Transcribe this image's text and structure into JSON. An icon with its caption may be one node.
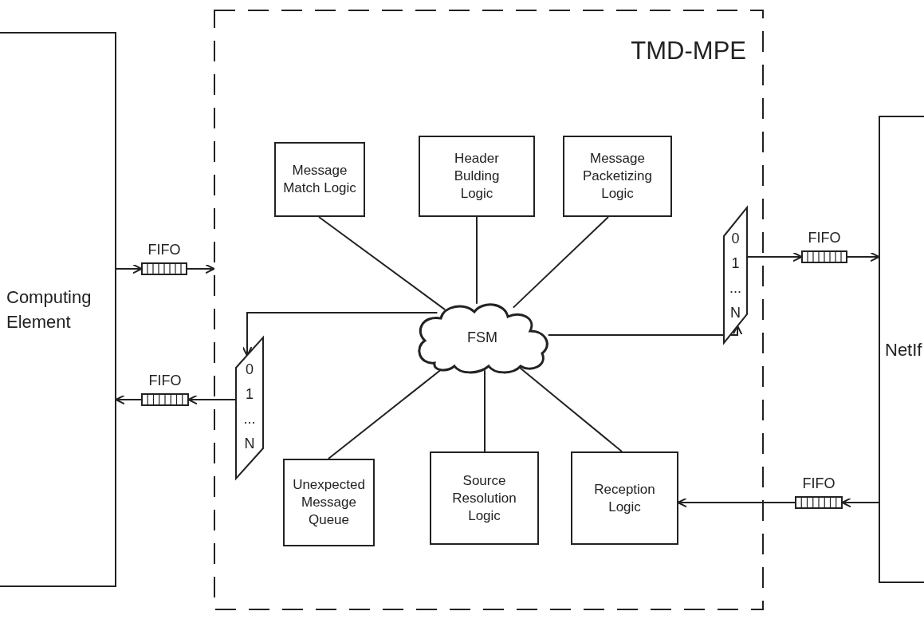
{
  "diagram": {
    "nodes": [
      {
        "text": [
          "TMD-MPE"
        ]
      },
      {
        "text": [
          "Computing Element"
        ]
      },
      {
        "text": [
          "Message Match Logic"
        ],
        "in": 0
      },
      {
        "text": [
          "Header Bulding Logic"
        ],
        "in": 0
      },
      {
        "text": [
          "Message Packetizing Logic"
        ],
        "in": 0
      },
      {
        "text": [
          "0 1 ... N"
        ],
        "in": 0
      },
      {
        "text": [
          "NetIf"
        ]
      },
      {
        "text": [],
        "shape": "bar",
        "beside": [
          "FIFO"
        ]
      },
      {
        "text": [],
        "shape": "bar",
        "beside": [
          "FIFO"
        ]
      },
      {
        "text": [
          "FSM"
        ],
        "in": 0
      },
      {
        "text": [
          "0 1 ... N"
        ],
        "in": 0
      },
      {
        "text": [],
        "shape": "bar",
        "beside": [
          "FIFO"
        ]
      },
      {
        "text": [
          "Unexpected Message Queue"
        ],
        "in": 0
      },
      {
        "text": [
          "Source Resolution Logic"
        ],
        "in": 0
      },
      {
        "text": [
          "Reception Logic"
        ],
        "in": 0
      },
      {
        "text": [],
        "shape": "bar",
        "beside": [
          "FIFO"
        ]
      }
    ],
    "edges": [
      {
        "from": 1,
        "to": 7,
        "arrow": "to"
      },
      {
        "from": 7,
        "to": 0,
        "arrow": "to"
      },
      {
        "from": 5,
        "to": 8,
        "arrow": "to"
      },
      {
        "from": 8,
        "to": 6,
        "arrow": "to"
      },
      {
        "from": 9,
        "to": 5,
        "arrow": "to"
      },
      {
        "from": 9,
        "to": 10,
        "arrow": "to"
      },
      {
        "from": 10,
        "to": 11,
        "arrow": "to"
      },
      {
        "from": 11,
        "to": 1,
        "arrow": "to"
      },
      {
        "from": 6,
        "to": 15,
        "arrow": "to"
      },
      {
        "from": 15,
        "to": 14,
        "arrow": "to"
      },
      {
        "from": 2,
        "to": 9,
        "arrow": "none"
      },
      {
        "from": 3,
        "to": 9,
        "arrow": "none"
      },
      {
        "from": 4,
        "to": 9,
        "arrow": "none"
      },
      {
        "from": 12,
        "to": 9,
        "arrow": "none"
      },
      {
        "from": 13,
        "to": 9,
        "arrow": "none"
      },
      {
        "from": 14,
        "to": 9,
        "arrow": "none"
      }
    ]
  }
}
